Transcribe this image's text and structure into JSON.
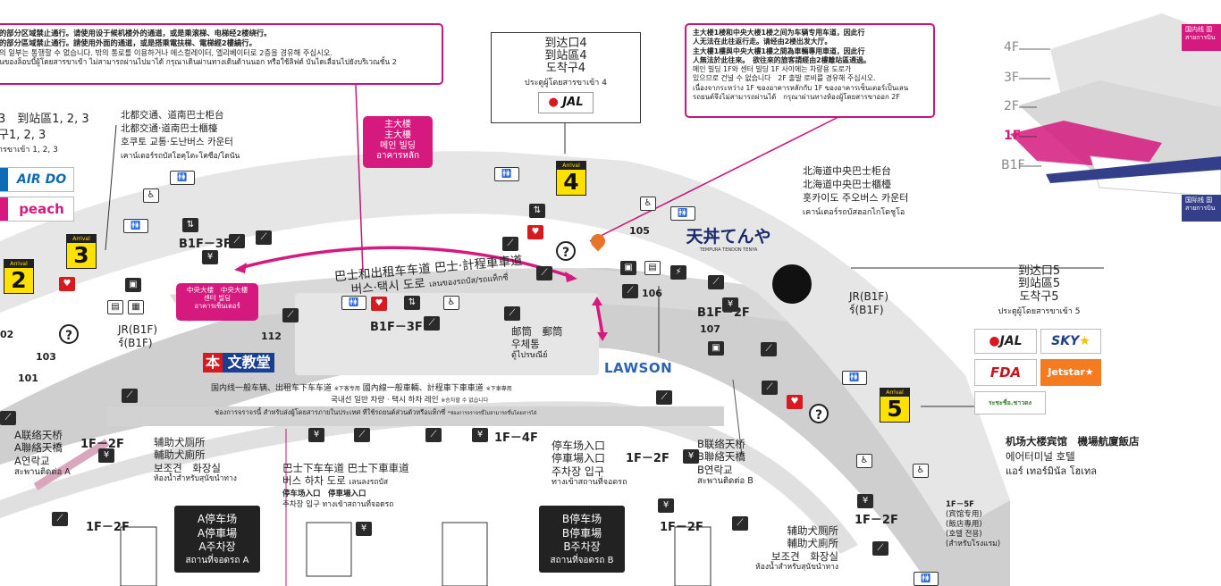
{
  "notice_topleft": {
    "lines": [
      "的部分区域禁止通行。请使用设于候机楼外的通道，或是乘滚梯、电梯经2楼绕行。",
      "的部分區域禁止通行。請使用外面的通道，或是搭乘電扶梯、電梯經2樓繞行。",
      "의 일부는 통행할 수 없습니다. 밖의 통로를 이용하거나 에스컬레이터, 엘리베이터로 2층을 경유해 주십시오.",
      "นของล็อบบี้ผู้โดยสารขาเข้า ไม่สามารถผ่านไปมาได้ กรุณาเดินผ่านทางเดินด้านนอก หรือใช้ลิฟต์ บันไดเลื่อนไปยังบริเวณชั้น 2"
    ]
  },
  "notice_topright": {
    "lines": [
      "主大楼1楼和中央大楼1楼之间为车辆专用车道，因此行",
      "人无法在此往返行走。请经由2楼出发大厅。",
      "主大樓1樓與中央大樓1樓之間為車輛專用車道，因此行",
      "人無法於此往來。　欲往來的旅客請經由2樓離站區通過。",
      "메인 빌딩 1F와 센터 빌딩 1F 사이에는 차량용 도로가",
      "있으므로 건널 수 없습니다　2F 출발 로비를 경유해 주십시오.",
      "เนื่องจากระหว่าง 1F ของอาคารหลักกับ 1F ของอาคารเซ็นเตอร์เป็นเลน",
      "รถยนต์จึงไม่สามารถผ่านได้　กรุณาผ่านทางห้องผู้โดยสารขาออก 2F"
    ]
  },
  "exit4": {
    "lines": [
      "到达口4",
      "到站區4",
      "도착구4",
      "ประตูผู้โดยสารขาเข้า 4"
    ],
    "airline": "JAL"
  },
  "exit5": {
    "lines": [
      "到达口5",
      "到站區5",
      "도착구5",
      "ประตูผู้โดยสารขาเข้า 5"
    ],
    "airlines": [
      "JAL",
      "SKY",
      "FDA",
      "Jetstar",
      "ระชะชื่อ.ชาวดง"
    ]
  },
  "exit123": {
    "lines": [
      "3　到站區1, 2, 3",
      "구1, 2, 3",
      "ารขาเข้า 1, 2, 3"
    ],
    "airlines": [
      "AIR DO",
      "peach"
    ]
  },
  "main_building": {
    "lines": [
      "主大楼",
      "主大樓",
      "메인 빌딩",
      "อาคารหลัก"
    ]
  },
  "center_building": {
    "lines": [
      "中央大楼　中央大樓",
      "센터 빌딩",
      "อาคารเซ็นเตอร์"
    ]
  },
  "bus_counter_left": {
    "lines": [
      "北都交通、道南巴士柜台",
      "北都交通·道南巴士櫃檯",
      "호쿠토 교통·도난버스 카운터",
      "เคาน์เตอร์รถบัสโฮคุโตะโคซือ/โดนัน"
    ]
  },
  "bus_counter_right": {
    "lines": [
      "北海道中央巴士柜台",
      "北海道中央巴士櫃檯",
      "홋카이도 주오버스 카운터",
      "เคาน์เตอร์รถบัสฮอกไกโดชูโอ"
    ]
  },
  "road_main": {
    "lines": [
      "巴士和出租车车道 巴士·計程車車道",
      "버스·택시 도로"
    ],
    "thai": "เลนของรถบัส/รถแท็กซี่"
  },
  "road_general": {
    "line1": "国内线一般车辆、出租车下车车道",
    "line1_note": "※下客专用",
    "line1b": "國內線一般車輛、計程車下車車道",
    "line1b_note": "※下車專用",
    "line2": "국내선 일반 차량 · 택시 하차 레인",
    "line2_note": "※승차할 수 없습니다",
    "line3": "ช่องการจราจรนี้ สำหรับส่งผู้โดยสารภายในประเทศ ที่ใช้รถยนต์ส่วนตัวหรือแท็กซี่",
    "line3_note": "*ช่องการจราจรนี้ไม่สามารถขึ้นโดยสารได้"
  },
  "bus_drop": {
    "lines": [
      "巴士下车车道 巴士下車車道",
      "버스 하차 도로"
    ],
    "thai": "เลนลงรถบัส"
  },
  "parking_entrance_small": {
    "lines": [
      "停车场入口　停車場入口",
      "주차장 입구 ทางเข้าสถานที่จอดรถ"
    ]
  },
  "parking_entrance_right": {
    "lines": [
      "停车场入口",
      "停車場入口",
      "주차장 입구",
      "ทางเข้าสถานที่จอดรถ"
    ]
  },
  "parking_a": {
    "lines": [
      "A停车场",
      "A停車場",
      "A주차장",
      "สถานที่จอดรถ A"
    ]
  },
  "parking_b": {
    "lines": [
      "B停车场",
      "B停車場",
      "B주차장",
      "สถานที่จอดรถ B"
    ]
  },
  "bridge_a": {
    "lines": [
      "A联络天桥",
      "A聯絡天橋",
      "A연락교",
      "สะพานติดต่อ A"
    ]
  },
  "bridge_b": {
    "lines": [
      "B联络天桥",
      "B聯絡天橋",
      "B연락교",
      "สะพานติดต่อ B"
    ]
  },
  "restroom_left": {
    "lines": [
      "辅助犬厕所",
      "輔助犬廁所",
      "보조견　화장실",
      "ห้องน้ำสำหรับสุนัขนำทาง"
    ]
  },
  "restroom_right": {
    "lines": [
      "辅助犬厕所",
      "輔助犬廁所",
      "보조견　화장실",
      "ห้องน้ำสำหรับสุนัขนำทาง"
    ]
  },
  "post_office": {
    "lines": [
      "邮筒　郵筒",
      "우체통",
      "ตู้ไปรษณีย์"
    ]
  },
  "hotel": {
    "lines": [
      "机场大楼宾馆　機場航廈飯店",
      "에어터미널 호텔",
      "แอร์ เทอร์มินัล โฮเทล"
    ]
  },
  "hotel_floors": {
    "lines": [
      "1F－5F",
      "(宾馆专用)",
      "(飯店專用)",
      "(호텔 전용)",
      "(สำหรับโรงแรม)"
    ]
  },
  "jr_left": {
    "lines": [
      "JR(B1F)",
      "ร์(B1F)"
    ]
  },
  "jr_right": {
    "lines": [
      "JR(B1F)",
      "ร์(B1F)"
    ]
  },
  "gates": {
    "label": "Arrival Gate",
    "g2": "2",
    "g3": "3",
    "g4": "4",
    "g5": "5"
  },
  "floors": {
    "f1": "B1F－3F",
    "f2": "B1F－3F",
    "f3": "B1F－2F",
    "f4": "1F－2F",
    "f5": "1F－4F",
    "f6": "1F－2F",
    "f7": "1F－2F",
    "f8": "1F－2F",
    "f9": "1F－2F"
  },
  "shops": {
    "s101": "101",
    "s102": "02",
    "s103": "103",
    "s105": "105",
    "s106": "106",
    "s107": "107",
    "s112": "112"
  },
  "bookstore": {
    "kanji": "本",
    "name": "文教堂"
  },
  "lawson": "LAWSON",
  "tenya": {
    "name": "天丼てんや",
    "sub": "TEMPURA TENDON TENYA"
  },
  "floor_guide": {
    "f4": "4F",
    "f3": "3F",
    "f2": "2F",
    "f1": "1F",
    "b1": "B1F"
  },
  "intl_top": {
    "line1": "国内线 国",
    "line2": "สายการบิน"
  },
  "intl_bottom": {
    "line1": "国际线 国",
    "line2": "สายการบิน"
  },
  "colors": {
    "accent": "#d6197f",
    "gate_yellow": "#ffe100",
    "floor_gray": "#e6e6e6",
    "road_gray": "#cfcfcf"
  }
}
